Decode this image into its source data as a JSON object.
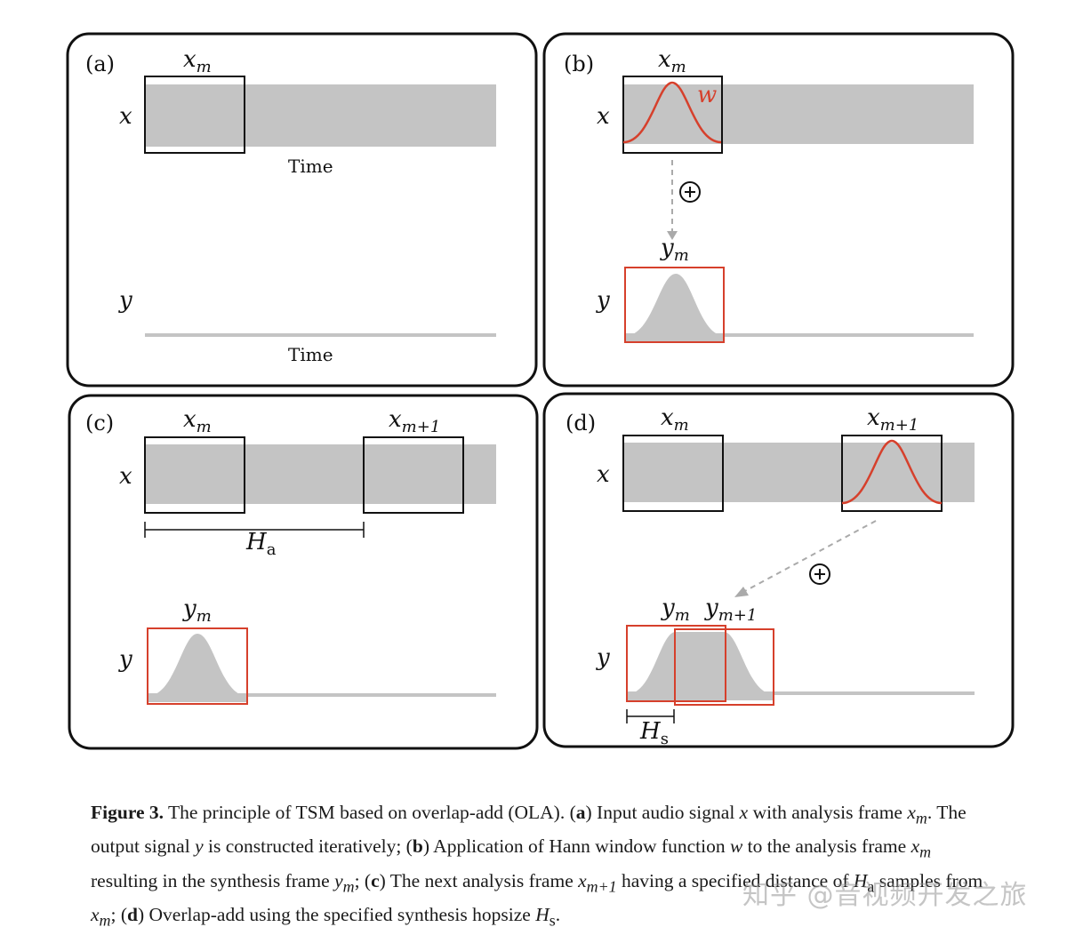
{
  "colors": {
    "signal_band": "#c4c4c4",
    "window_curve": "#d6402c",
    "synthesis_box": "#d6402c",
    "frame_box": "#111111",
    "arrow": "#aaaaaa"
  },
  "panels": {
    "a": {
      "label": "(a)",
      "x_axis": "x",
      "y_axis": "y",
      "frame": "x",
      "frame_sub": "m",
      "time_label_top": "Time",
      "time_label_bottom": "Time"
    },
    "b": {
      "label": "(b)",
      "x_axis": "x",
      "y_axis": "y",
      "frame": "x",
      "frame_sub": "m",
      "window": "w",
      "synth": "y",
      "synth_sub": "m",
      "op_icon": "plus-circle-icon"
    },
    "c": {
      "label": "(c)",
      "x_axis": "x",
      "y_axis": "y",
      "frame1": "x",
      "frame1_sub": "m",
      "frame2": "x",
      "frame2_sub": "m+1",
      "hop": "H",
      "hop_sub": "a",
      "synth": "y",
      "synth_sub": "m"
    },
    "d": {
      "label": "(d)",
      "x_axis": "x",
      "y_axis": "y",
      "frame1": "x",
      "frame1_sub": "m",
      "frame2": "x",
      "frame2_sub": "m+1",
      "synth1": "y",
      "synth1_sub": "m",
      "synth2": "y",
      "synth2_sub": "m+1",
      "hop": "H",
      "hop_sub": "s",
      "op_icon": "plus-circle-icon"
    }
  },
  "caption": {
    "label": "Figure 3.",
    "p1": " The principle of TSM based on overlap-add (OLA). (",
    "a": "a",
    "p2": ") Input audio signal ",
    "v_x": "x",
    "p3": " with analysis frame ",
    "v_xm": "x",
    "s_m1": "m",
    "p4": ". The output signal ",
    "v_y": "y",
    "p5": " is constructed iteratively; (",
    "b": "b",
    "p6": ") Application of Hann window function ",
    "v_w": "w",
    "p7": " to the analysis frame ",
    "v_xm2": "x",
    "s_m2": "m",
    "p8": " resulting in the synthesis frame ",
    "v_ym": "y",
    "s_m3": "m",
    "p9": "; (",
    "c": "c",
    "p10": ") The next analysis frame ",
    "v_xm1": "x",
    "s_m4": "m+1",
    "p11": " having a specified distance of ",
    "v_Ha": "H",
    "s_a": "a",
    "p12": " samples from ",
    "v_xm3": "x",
    "s_m5": "m",
    "p13": "; (",
    "d": "d",
    "p14": ") Overlap-add using the specified synthesis hopsize ",
    "v_Hs": "H",
    "s_s": "s",
    "p15": "."
  },
  "watermark": "知乎 @音视频开发之旅"
}
